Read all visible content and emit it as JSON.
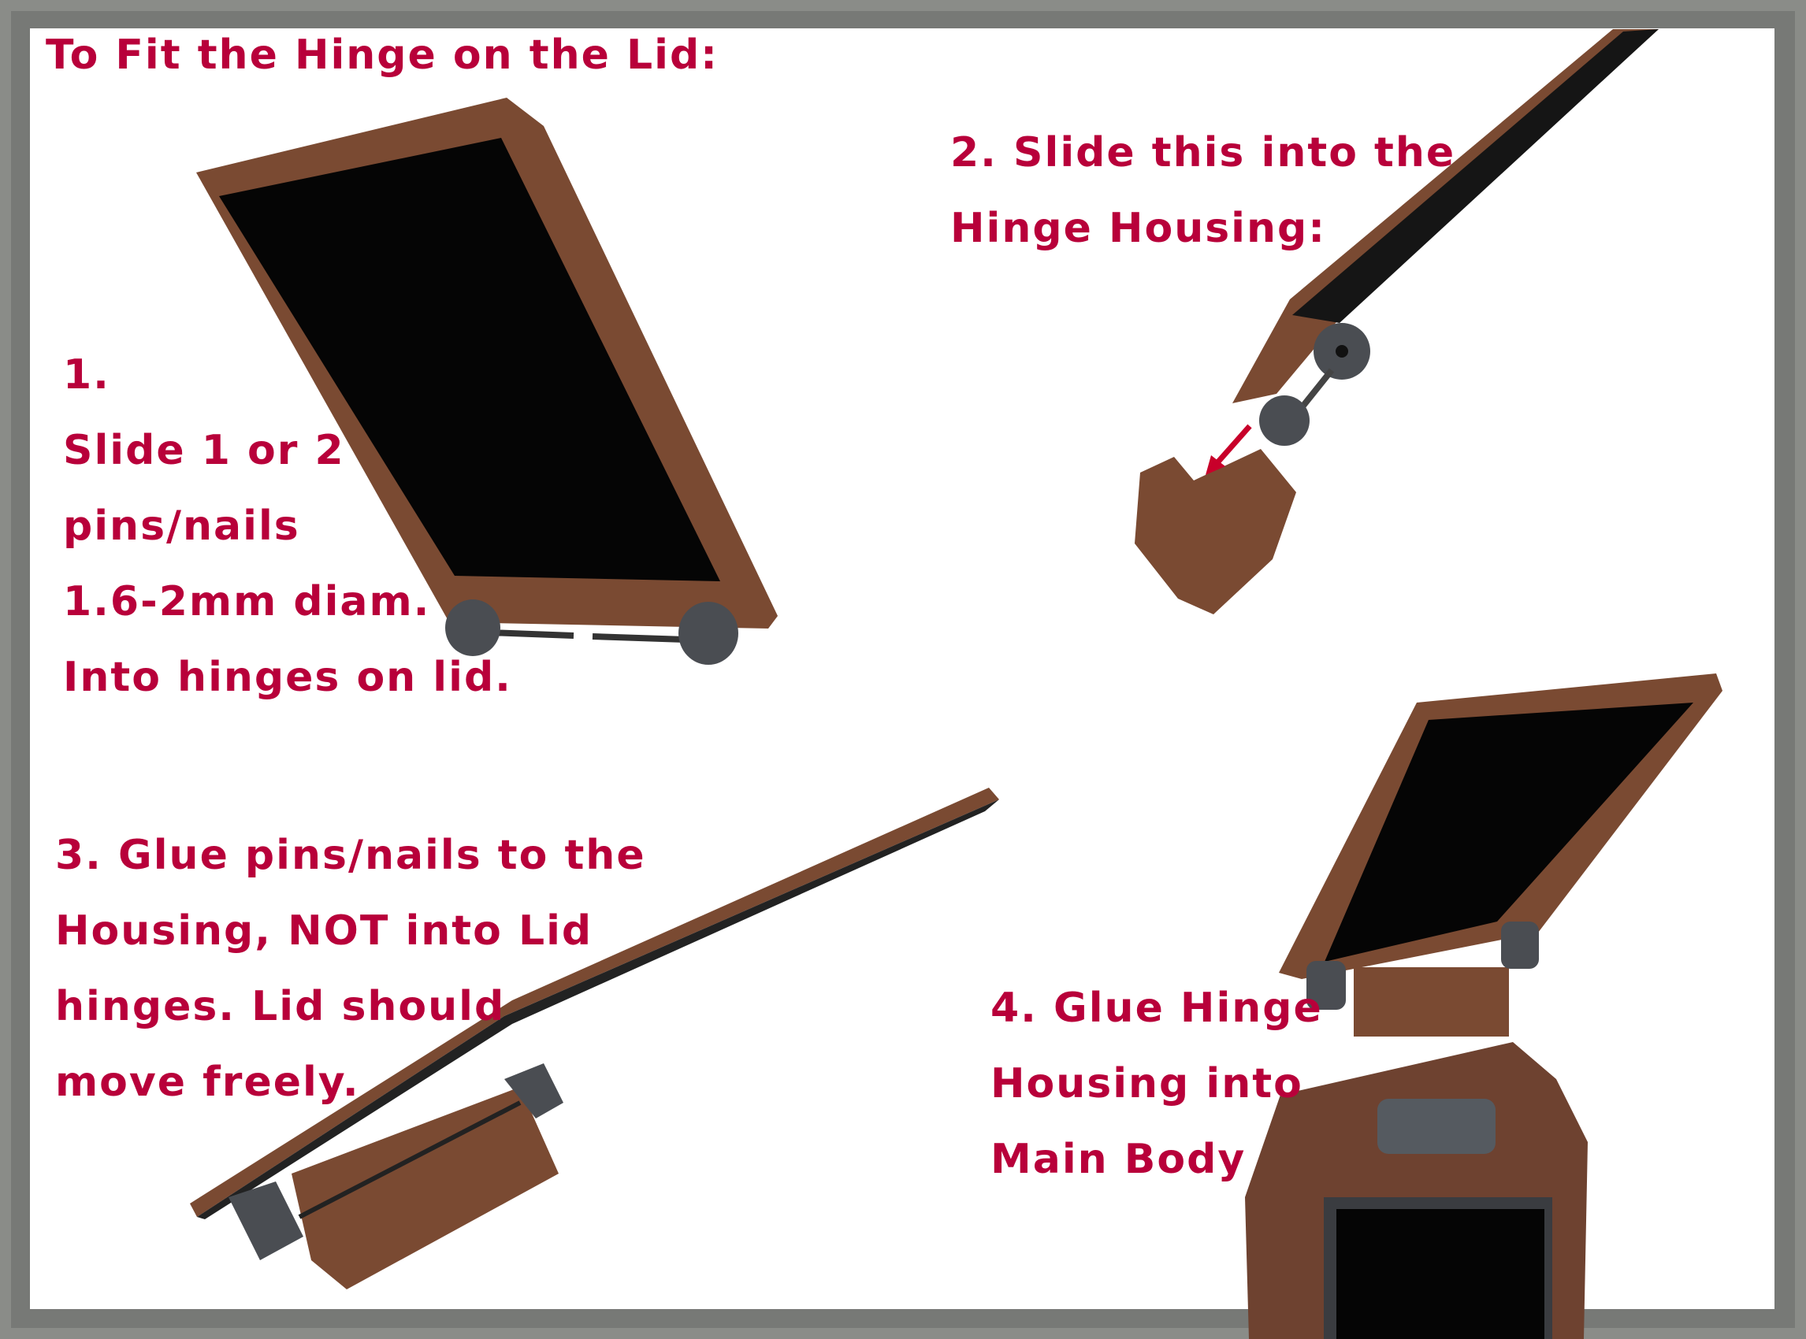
{
  "title": "To Fit the Hinge on the Lid:",
  "steps": [
    {
      "lines": [
        "1.",
        "Slide 1 or 2",
        "pins/nails",
        "1.6-2mm diam.",
        "Into hinges on lid."
      ]
    },
    {
      "lines": [
        "2. Slide this into the",
        "Hinge Housing:"
      ]
    },
    {
      "lines": [
        "3. Glue pins/nails to the",
        "Housing, NOT into Lid",
        "hinges. Lid should",
        "move freely."
      ]
    },
    {
      "lines": [
        "4. Glue Hinge",
        "Housing into",
        "Main Body"
      ]
    }
  ],
  "colors": {
    "text": "#b8003a",
    "lid": "#7a4a32",
    "screen": "#050505",
    "hinge": "#4a4d52",
    "frame": "#8a8c88"
  }
}
